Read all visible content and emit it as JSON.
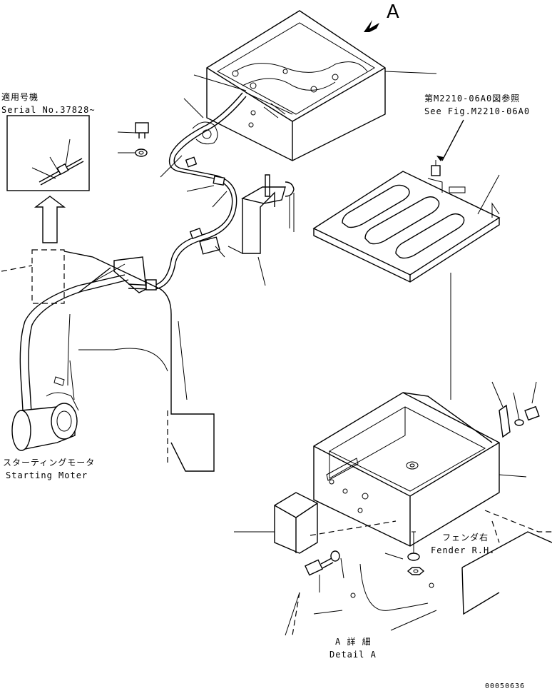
{
  "labels": {
    "view_a": "A",
    "serial_jp": "適用号機",
    "serial_en": "Serial No.37828~",
    "see_fig_jp": "第M2210-06A0図参照",
    "see_fig_en": "See Fig.M2210-06A0",
    "starting_motor_jp": "スターティングモータ",
    "starting_motor_en": "Starting Moter",
    "fender_jp": "フェンダ右",
    "fender_en": "Fender R.H.",
    "detail_jp": "A 詳 細",
    "detail_en": "Detail A",
    "drawing_number": "00050636"
  }
}
